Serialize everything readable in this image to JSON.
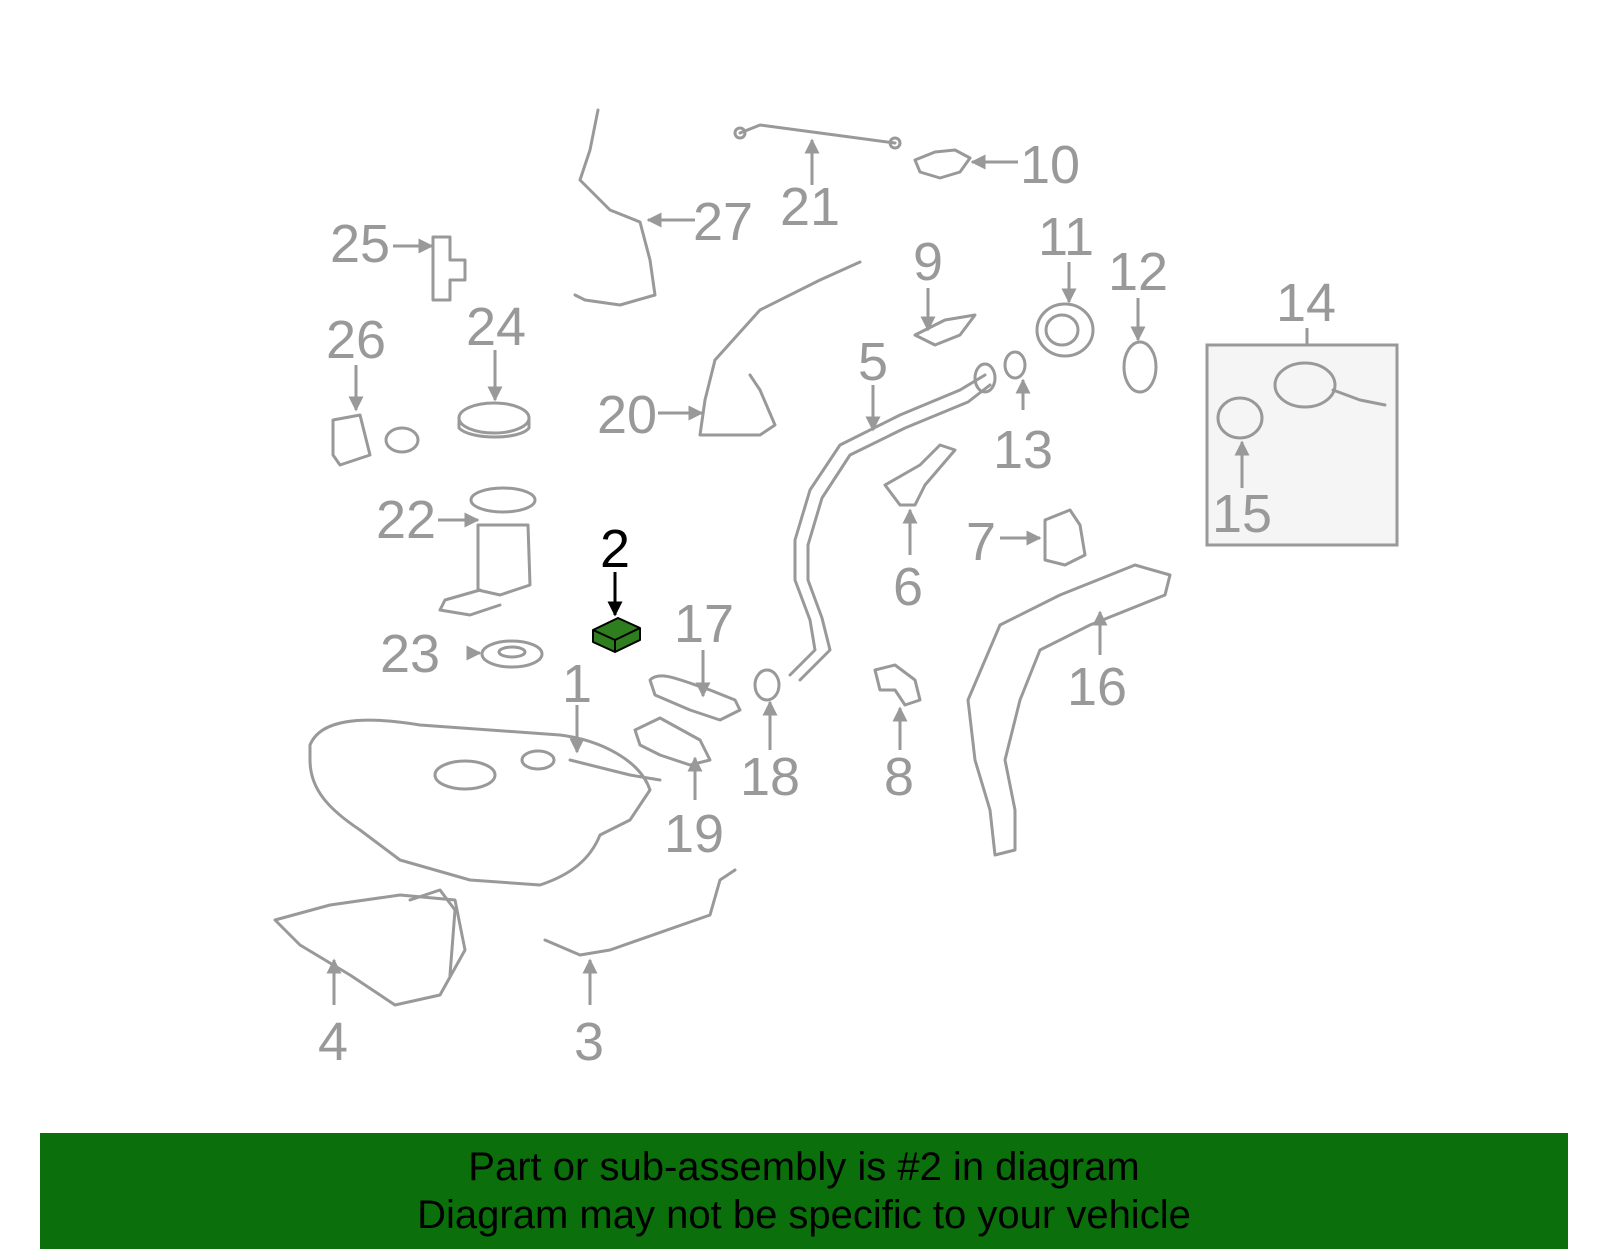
{
  "colors": {
    "banner_bg": "#0b6f0b",
    "highlight_part": "#2e7d1f",
    "part_line": "#999999",
    "label_text": "#999999",
    "highlight_label": "#000000",
    "inset_bg": "#f5f5f5"
  },
  "highlighted_part": "2",
  "callouts": [
    "1",
    "2",
    "3",
    "4",
    "5",
    "6",
    "7",
    "8",
    "9",
    "10",
    "11",
    "12",
    "13",
    "14",
    "15",
    "16",
    "17",
    "18",
    "19",
    "20",
    "21",
    "22",
    "23",
    "24",
    "25",
    "26",
    "27"
  ],
  "banner": {
    "line1": "Part or sub-assembly is #2 in diagram",
    "line2": "Diagram may not be specific to your vehicle"
  }
}
